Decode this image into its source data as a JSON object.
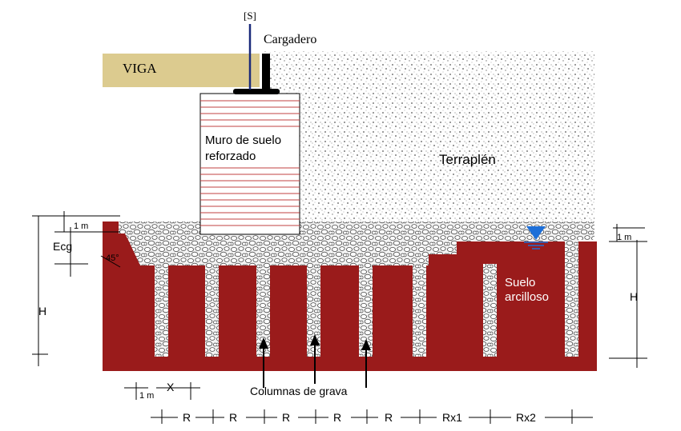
{
  "labels": {
    "sensor": "[S]",
    "bearing": "Cargadero",
    "beam": "VIGA",
    "wall_line1": "Muro de suelo",
    "wall_line2": "reforzado",
    "embankment": "Terraplén",
    "clay_line1": "Suelo",
    "clay_line2": "arcilloso",
    "columns": "Columnas de grava",
    "ecg": "Ecg",
    "angle": "45°",
    "one_m": "1 m",
    "height": "H",
    "x": "X",
    "spacing_r": "R",
    "spacing_rx1": "Rx1",
    "spacing_rx2": "Rx2"
  },
  "colors": {
    "clay": "#9a1b1b",
    "beam": "#dccb8f",
    "gravel_bg": "#f4f4f4",
    "water_table": "#1d6fd8",
    "wall_lines": "#c04040",
    "line": "#000000"
  }
}
